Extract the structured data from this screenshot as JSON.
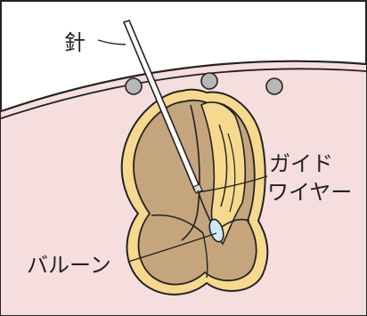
{
  "labels": {
    "needle": "針",
    "guidewire_line1": "ガイド",
    "guidewire_line2": "ワイヤー",
    "balloon": "バルーン"
  },
  "colors": {
    "background": "#ffffff",
    "body_wall": "#f7dede",
    "outline": "#222222",
    "fat_layer": "#f6d98e",
    "organ": "#c4a57d",
    "marker": "#b7b7b7",
    "needle": "#ffffff",
    "balloon": "#cfe8f7"
  }
}
